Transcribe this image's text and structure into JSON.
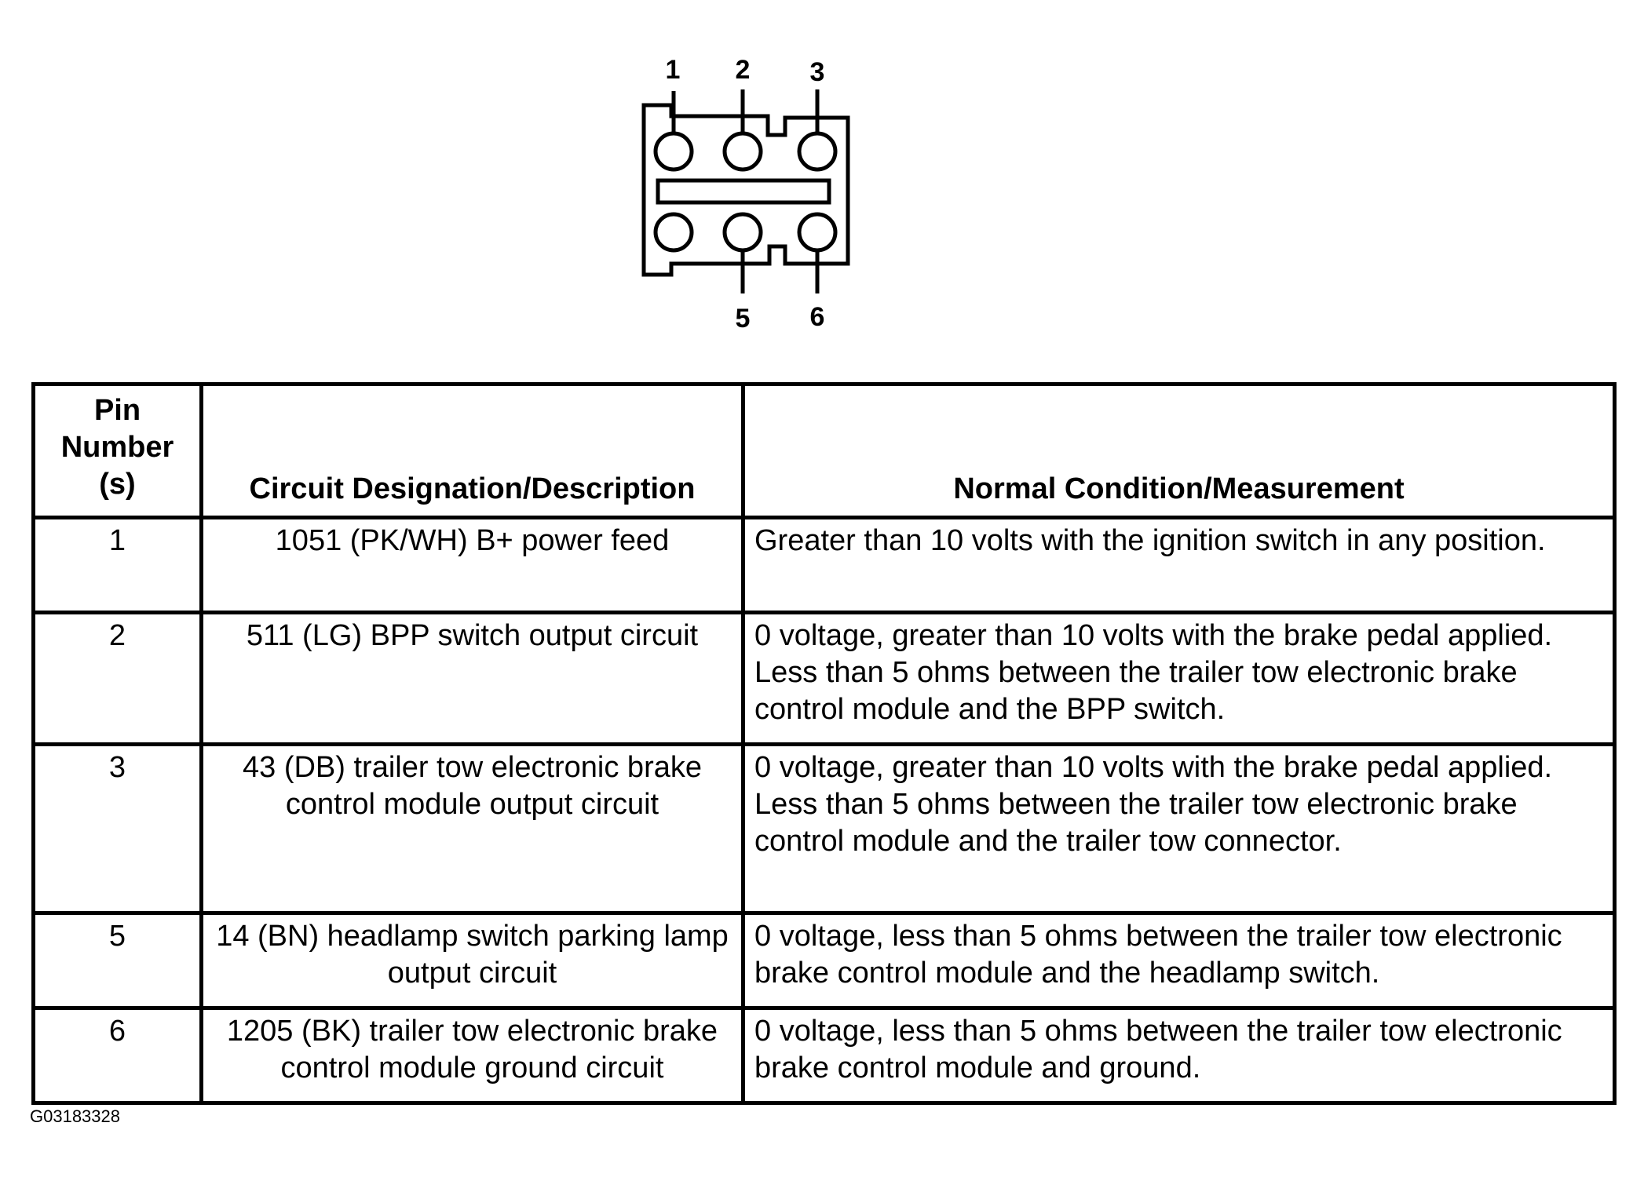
{
  "connector": {
    "pin_labels": [
      "1",
      "2",
      "3",
      "5",
      "6"
    ]
  },
  "table": {
    "headers": {
      "pin": "Pin Number (s)",
      "circuit": "Circuit Designation/Description",
      "condition": "Normal Condition/Measurement"
    },
    "rows": [
      {
        "pin": "1",
        "circuit": "1051 (PK/WH) B+ power feed",
        "condition": "Greater than 10 volts with the ignition switch in any position."
      },
      {
        "pin": "2",
        "circuit": "511 (LG) BPP switch output circuit",
        "condition": "0 voltage, greater than 10 volts with the brake pedal applied. Less than 5 ohms between the trailer tow electronic brake control module and the BPP switch."
      },
      {
        "pin": "3",
        "circuit": "43 (DB) trailer tow electronic brake control module output circuit",
        "condition": "0 voltage, greater than 10 volts with the brake pedal applied. Less than 5 ohms between the trailer tow electronic brake control module and the trailer tow connector."
      },
      {
        "pin": "5",
        "circuit": "14 (BN) headlamp switch parking lamp output circuit",
        "condition": "0 voltage, less than 5 ohms between the trailer tow electronic brake control module and the headlamp switch."
      },
      {
        "pin": "6",
        "circuit": "1205 (BK) trailer tow electronic brake control module ground circuit",
        "condition": "0 voltage, less than 5 ohms between the trailer tow electronic brake control module and ground."
      }
    ]
  },
  "figure_id": "G03183328"
}
